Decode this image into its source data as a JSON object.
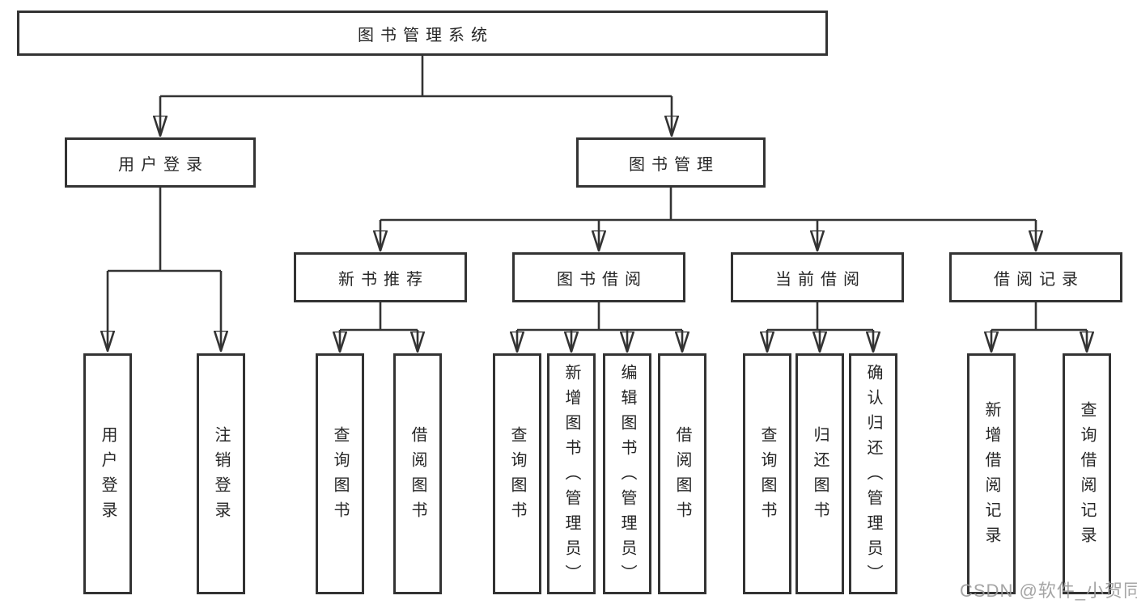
{
  "tree": {
    "root": {
      "label": "图书管理系统"
    },
    "branches": [
      {
        "label": "用户登录",
        "children": [
          {
            "label": "用户登录"
          },
          {
            "label": "注销登录"
          }
        ]
      },
      {
        "label": "图书管理",
        "children": [
          {
            "label": "新书推荐",
            "children": [
              {
                "label": "查询图书"
              },
              {
                "label": "借阅图书"
              }
            ]
          },
          {
            "label": "图书借阅",
            "children": [
              {
                "label": "查询图书"
              },
              {
                "label": "新增图书（管理员）"
              },
              {
                "label": "编辑图书（管理员）"
              },
              {
                "label": "借阅图书"
              }
            ]
          },
          {
            "label": "当前借阅",
            "children": [
              {
                "label": "查询图书"
              },
              {
                "label": "归还图书"
              },
              {
                "label": "确认归还（管理员）"
              }
            ]
          },
          {
            "label": "借阅记录",
            "children": [
              {
                "label": "新增借阅记录"
              },
              {
                "label": "查询借阅记录"
              }
            ]
          }
        ]
      }
    ]
  },
  "watermark": "CSDN @软件_小贺同学",
  "colors": {
    "line": "#333333",
    "box_border": "#333333",
    "text": "#262626",
    "watermark": "#9b9b9b",
    "background": "#ffffff"
  }
}
